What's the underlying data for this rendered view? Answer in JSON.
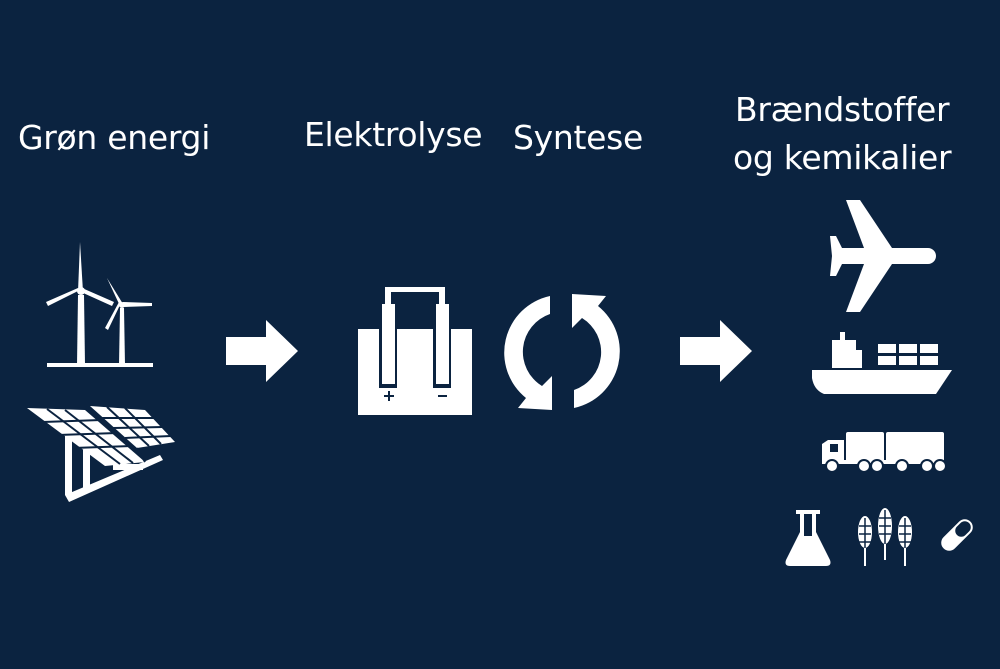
{
  "diagram": {
    "background": "#0b2340",
    "foreground": "#ffffff",
    "stages": [
      {
        "id": "green-energy",
        "label": "Grøn energi",
        "icons": [
          "wind-turbine-icon",
          "solar-panel-icon"
        ]
      },
      {
        "id": "electrolysis",
        "label": "Elektrolyse",
        "icons": [
          "electrolysis-cell-icon"
        ],
        "electrode_labels": {
          "anode": "+",
          "cathode": "−"
        }
      },
      {
        "id": "synthesis",
        "label": "Syntese",
        "icons": [
          "cycle-arrows-icon"
        ]
      },
      {
        "id": "fuels-chemicals",
        "label_line1": "Brændstoffer",
        "label_line2": "og kemikalier",
        "icons": [
          "airplane-icon",
          "cargo-ship-icon",
          "truck-trailer-icon",
          "flask-icon",
          "wheat-icon",
          "pill-icon"
        ]
      }
    ],
    "connectors": [
      {
        "from": "green-energy",
        "to": "electrolysis",
        "icon": "arrow-right-icon"
      },
      {
        "from": "synthesis",
        "to": "fuels-chemicals",
        "icon": "arrow-right-icon"
      }
    ]
  }
}
